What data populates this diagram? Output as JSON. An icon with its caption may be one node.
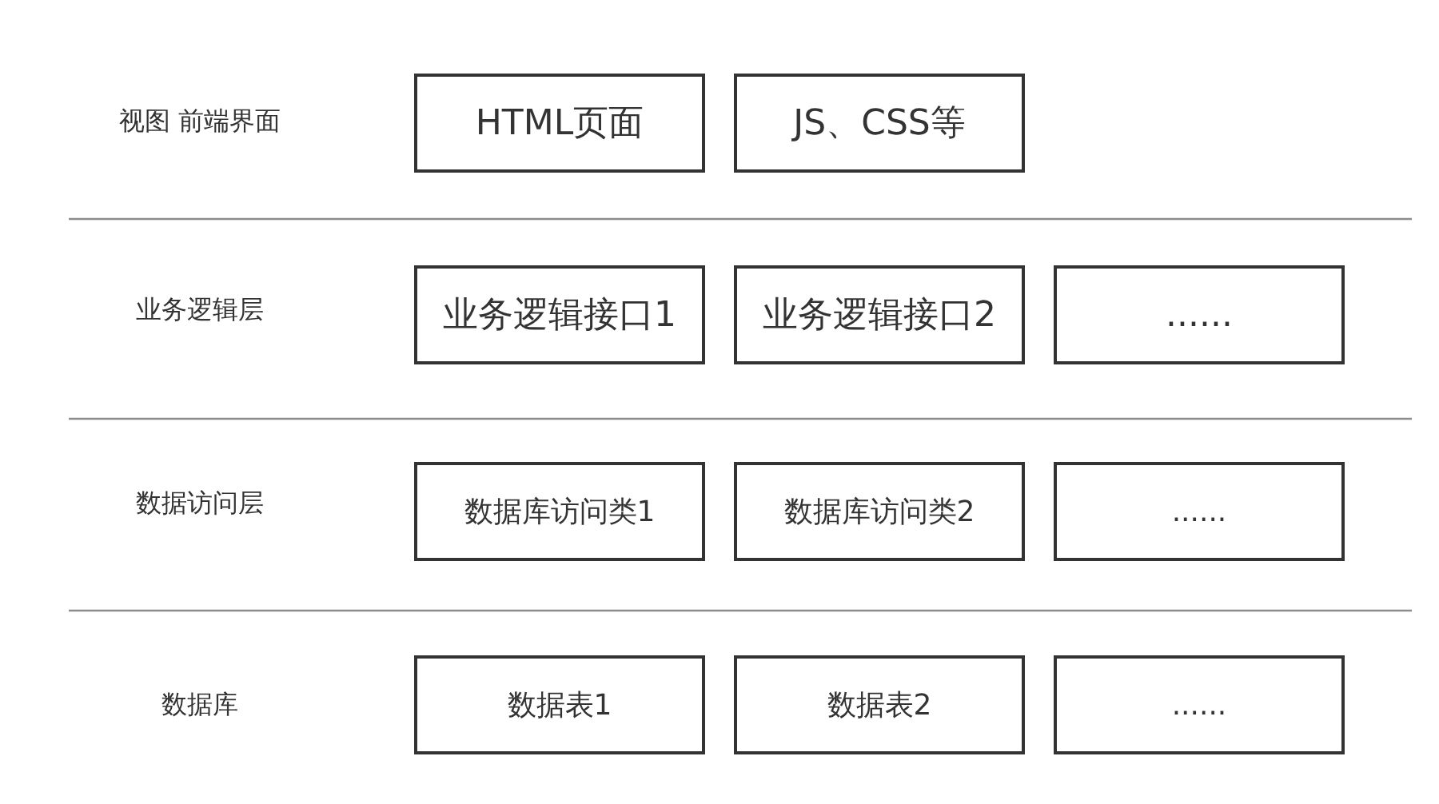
{
  "diagram": {
    "nodes": [
      {
        "text": [
          "HTML页面"
        ]
      },
      {
        "text": [
          "JS、CSS等"
        ]
      },
      {
        "text": [
          "业务逻辑接口1"
        ]
      },
      {
        "text": [
          "业务逻辑接口2"
        ]
      },
      {
        "text": [
          "......"
        ]
      },
      {
        "text": [
          "数据库访问类1"
        ]
      },
      {
        "text": [
          "数据库访问类2"
        ]
      },
      {
        "text": [
          "......"
        ]
      },
      {
        "text": [
          "数据表1"
        ]
      },
      {
        "text": [
          "数据表2"
        ]
      },
      {
        "text": [
          "......"
        ]
      }
    ],
    "edges": [],
    "labels": [
      "视图 前端界面",
      "业务逻辑层",
      "数据访问层",
      "数据库"
    ]
  }
}
